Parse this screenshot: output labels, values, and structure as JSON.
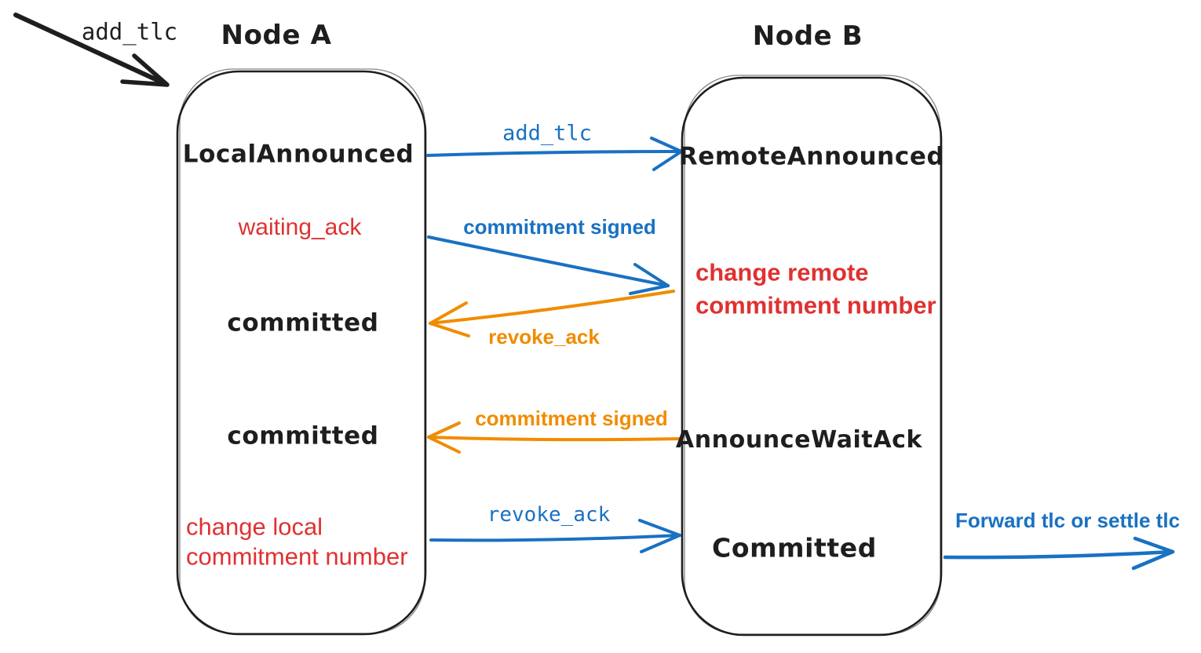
{
  "colors": {
    "ink": "#1e1e1e",
    "blue": "#1971c2",
    "orange": "#f08c00",
    "red": "#e03131"
  },
  "trigger": {
    "label": "add_tlc"
  },
  "node_a": {
    "title": "Node A",
    "states": {
      "local_announced": "LocalAnnounced",
      "waiting_ack": "waiting_ack",
      "committed_1": "committed",
      "committed_2": "committed",
      "change_local": {
        "line1": "change local",
        "line2": "commitment number"
      }
    }
  },
  "node_b": {
    "title": "Node B",
    "states": {
      "remote_announced": "RemoteAnnounced",
      "change_remote": {
        "line1": "change remote",
        "line2": "commitment number"
      },
      "announce_wait_ack": "AnnounceWaitAck",
      "committed": "Committed"
    }
  },
  "messages": {
    "add_tlc": {
      "label": "add_tlc",
      "color": "blue",
      "from": "Node A",
      "to": "Node B"
    },
    "commitment_signed_1": {
      "label": "commitment signed",
      "color": "blue",
      "from": "Node A",
      "to": "Node B"
    },
    "revoke_ack_1": {
      "label": "revoke_ack",
      "color": "orange",
      "from": "Node B",
      "to": "Node A"
    },
    "commitment_signed_2": {
      "label": "commitment signed",
      "color": "orange",
      "from": "Node B",
      "to": "Node A"
    },
    "revoke_ack_2": {
      "label": "revoke_ack",
      "color": "blue",
      "from": "Node A",
      "to": "Node B"
    },
    "forward": {
      "label": "Forward tlc or settle tlc",
      "color": "blue",
      "from": "Node B",
      "to": "out"
    }
  }
}
